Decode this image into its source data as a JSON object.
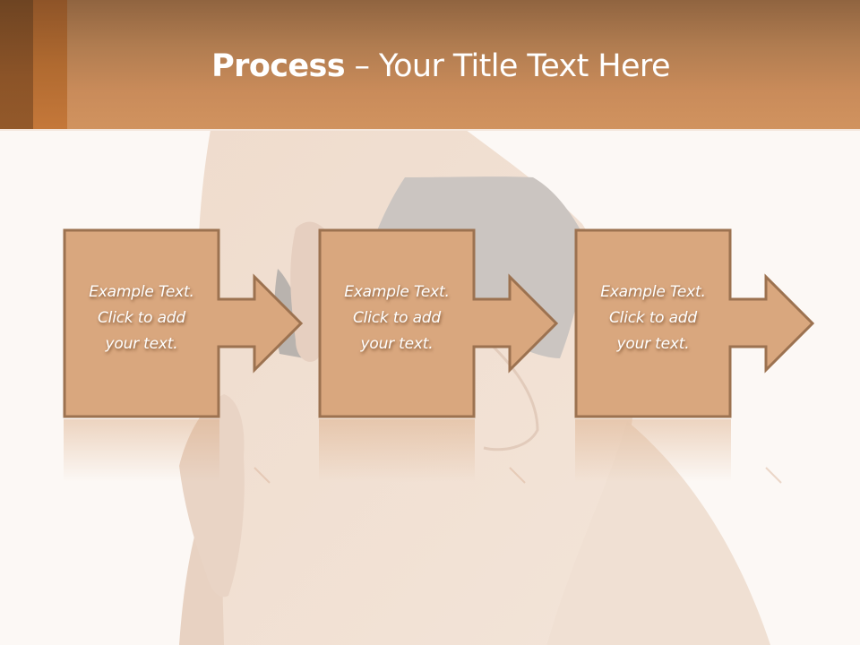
{
  "slide": {
    "title": {
      "bold": "Process",
      "rest": " – Your Title Text Here"
    },
    "steps": [
      {
        "lines": [
          "Example Text.",
          "Click  to add",
          "your text."
        ]
      },
      {
        "lines": [
          "Example Text.",
          "Click  to add",
          "your text."
        ]
      },
      {
        "lines": [
          "Example Text.",
          "Click  to add",
          "your text."
        ]
      }
    ],
    "colors": {
      "header_top": "#906440",
      "header_bottom": "#d1935f",
      "accent_stripe_dark": "#7a4a24",
      "accent_stripe_orange": "#c5783a",
      "box_fill": "#d9a77e",
      "box_border": "#9c7250",
      "background": "#fcf8f5",
      "text": "#ffffff"
    },
    "background_image": "faded-photo-woman-torso-hands-on-hip"
  }
}
